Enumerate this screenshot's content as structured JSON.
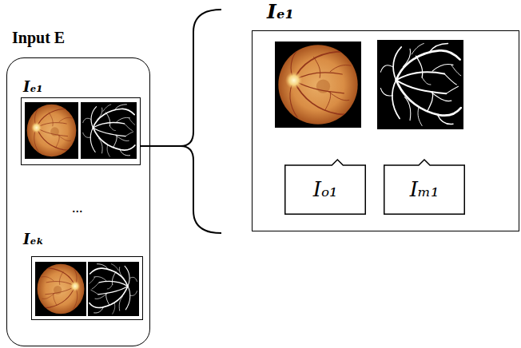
{
  "diagram": {
    "nodes": [
      {
        "text": [
          "Input E"
        ]
      },
      {
        "text": [
          "Iₑ₁"
        ],
        "in": 0
      },
      {
        "text": [
          "Iₑₖ"
        ],
        "in": 0
      },
      {
        "text": [
          "Iₑ₁"
        ]
      },
      {
        "text": [
          "Iₒ₁"
        ],
        "in": 3
      },
      {
        "text": [
          "Iₘ₁"
        ],
        "in": 3
      }
    ],
    "edges": [
      {
        "from": 1,
        "to": 3,
        "arrow": "none"
      }
    ],
    "labels": [
      "..."
    ]
  }
}
